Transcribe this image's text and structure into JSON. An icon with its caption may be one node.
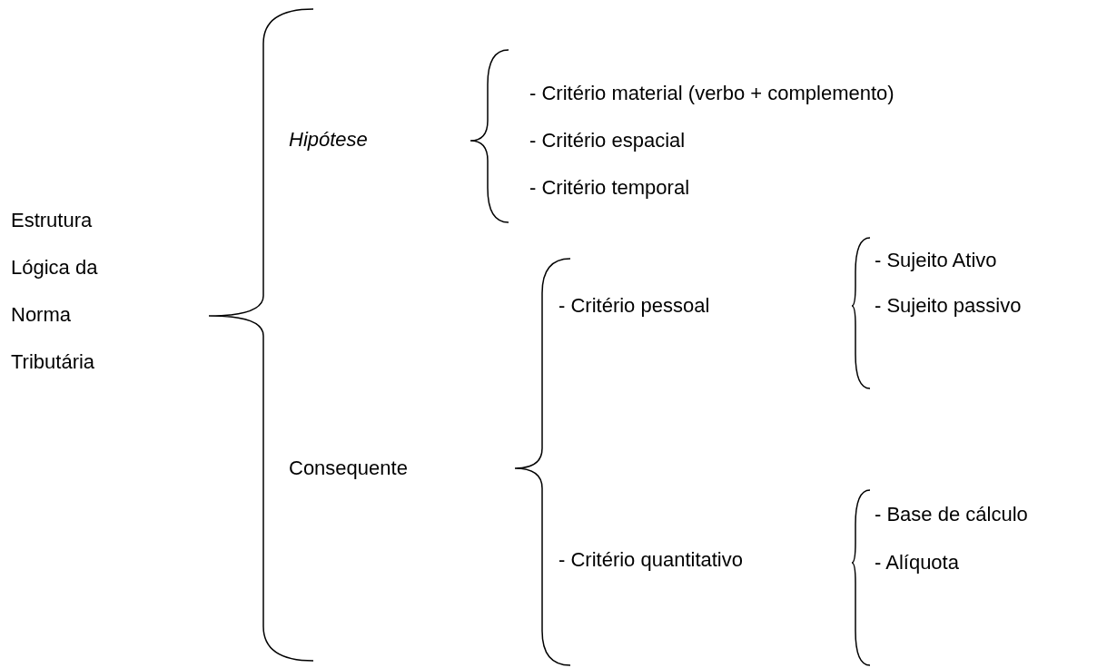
{
  "diagram": {
    "labels": [
      "Hipótese",
      "- Critério material (verbo + complemento)",
      "- Critério espacial",
      "- Critério temporal",
      "Estrutura Lógica da Norma Tributária",
      "- Critério pessoal",
      "- Sujeito Ativo",
      "- Sujeito passivo",
      "Consequente",
      "- Base de cálculo",
      "- Critério quantitativo",
      "- Alíquota"
    ]
  }
}
